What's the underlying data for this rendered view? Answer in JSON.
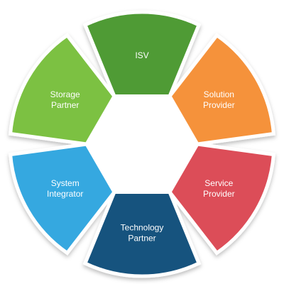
{
  "diagram": {
    "segments": [
      {
        "key": "isv",
        "lines": [
          "ISV"
        ],
        "color": "#4f9b34"
      },
      {
        "key": "solution-provider",
        "lines": [
          "Solution",
          "Provider"
        ],
        "color": "#f5923a"
      },
      {
        "key": "service-provider",
        "lines": [
          "Service",
          "Provider"
        ],
        "color": "#dc4d58"
      },
      {
        "key": "technology-partner",
        "lines": [
          "Technology",
          "Partner"
        ],
        "color": "#17527e"
      },
      {
        "key": "system-integrator",
        "lines": [
          "System",
          "Integrator"
        ],
        "color": "#36a8e0"
      },
      {
        "key": "storage-partner",
        "lines": [
          "Storage",
          "Partner"
        ],
        "color": "#7cc142"
      }
    ],
    "center_color": "#ffffff"
  }
}
